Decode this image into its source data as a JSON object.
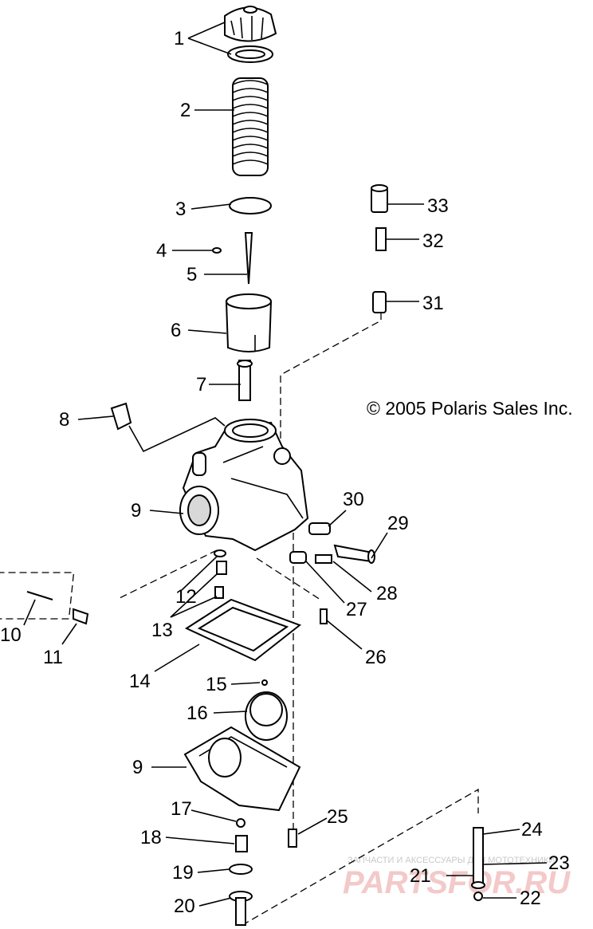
{
  "copyright": "© 2005 Polaris Sales Inc.",
  "watermark": {
    "small_text": "ЗАПЧАСТИ И АКСЕССУАРЫ ДЛЯ МОТОТЕХНИКИ",
    "brand_text": "PARTSFOR.RU"
  },
  "callouts": [
    {
      "id": "c1a",
      "label": "1"
    },
    {
      "id": "c2",
      "label": "2"
    },
    {
      "id": "c3",
      "label": "3"
    },
    {
      "id": "c4",
      "label": "4"
    },
    {
      "id": "c5",
      "label": "5"
    },
    {
      "id": "c6",
      "label": "6"
    },
    {
      "id": "c7",
      "label": "7"
    },
    {
      "id": "c8",
      "label": "8"
    },
    {
      "id": "c9a",
      "label": "9"
    },
    {
      "id": "c9b",
      "label": "9"
    },
    {
      "id": "c10",
      "label": "10"
    },
    {
      "id": "c11",
      "label": "11"
    },
    {
      "id": "c12",
      "label": "12"
    },
    {
      "id": "c13",
      "label": "13"
    },
    {
      "id": "c14",
      "label": "14"
    },
    {
      "id": "c15",
      "label": "15"
    },
    {
      "id": "c16",
      "label": "16"
    },
    {
      "id": "c17",
      "label": "17"
    },
    {
      "id": "c18",
      "label": "18"
    },
    {
      "id": "c19",
      "label": "19"
    },
    {
      "id": "c20",
      "label": "20"
    },
    {
      "id": "c21",
      "label": "21"
    },
    {
      "id": "c22",
      "label": "22"
    },
    {
      "id": "c23",
      "label": "23"
    },
    {
      "id": "c24",
      "label": "24"
    },
    {
      "id": "c25",
      "label": "25"
    },
    {
      "id": "c26",
      "label": "26"
    },
    {
      "id": "c27",
      "label": "27"
    },
    {
      "id": "c28",
      "label": "28"
    },
    {
      "id": "c29",
      "label": "29"
    },
    {
      "id": "c30",
      "label": "30"
    },
    {
      "id": "c31",
      "label": "31"
    },
    {
      "id": "c32",
      "label": "32"
    },
    {
      "id": "c33",
      "label": "33"
    }
  ]
}
